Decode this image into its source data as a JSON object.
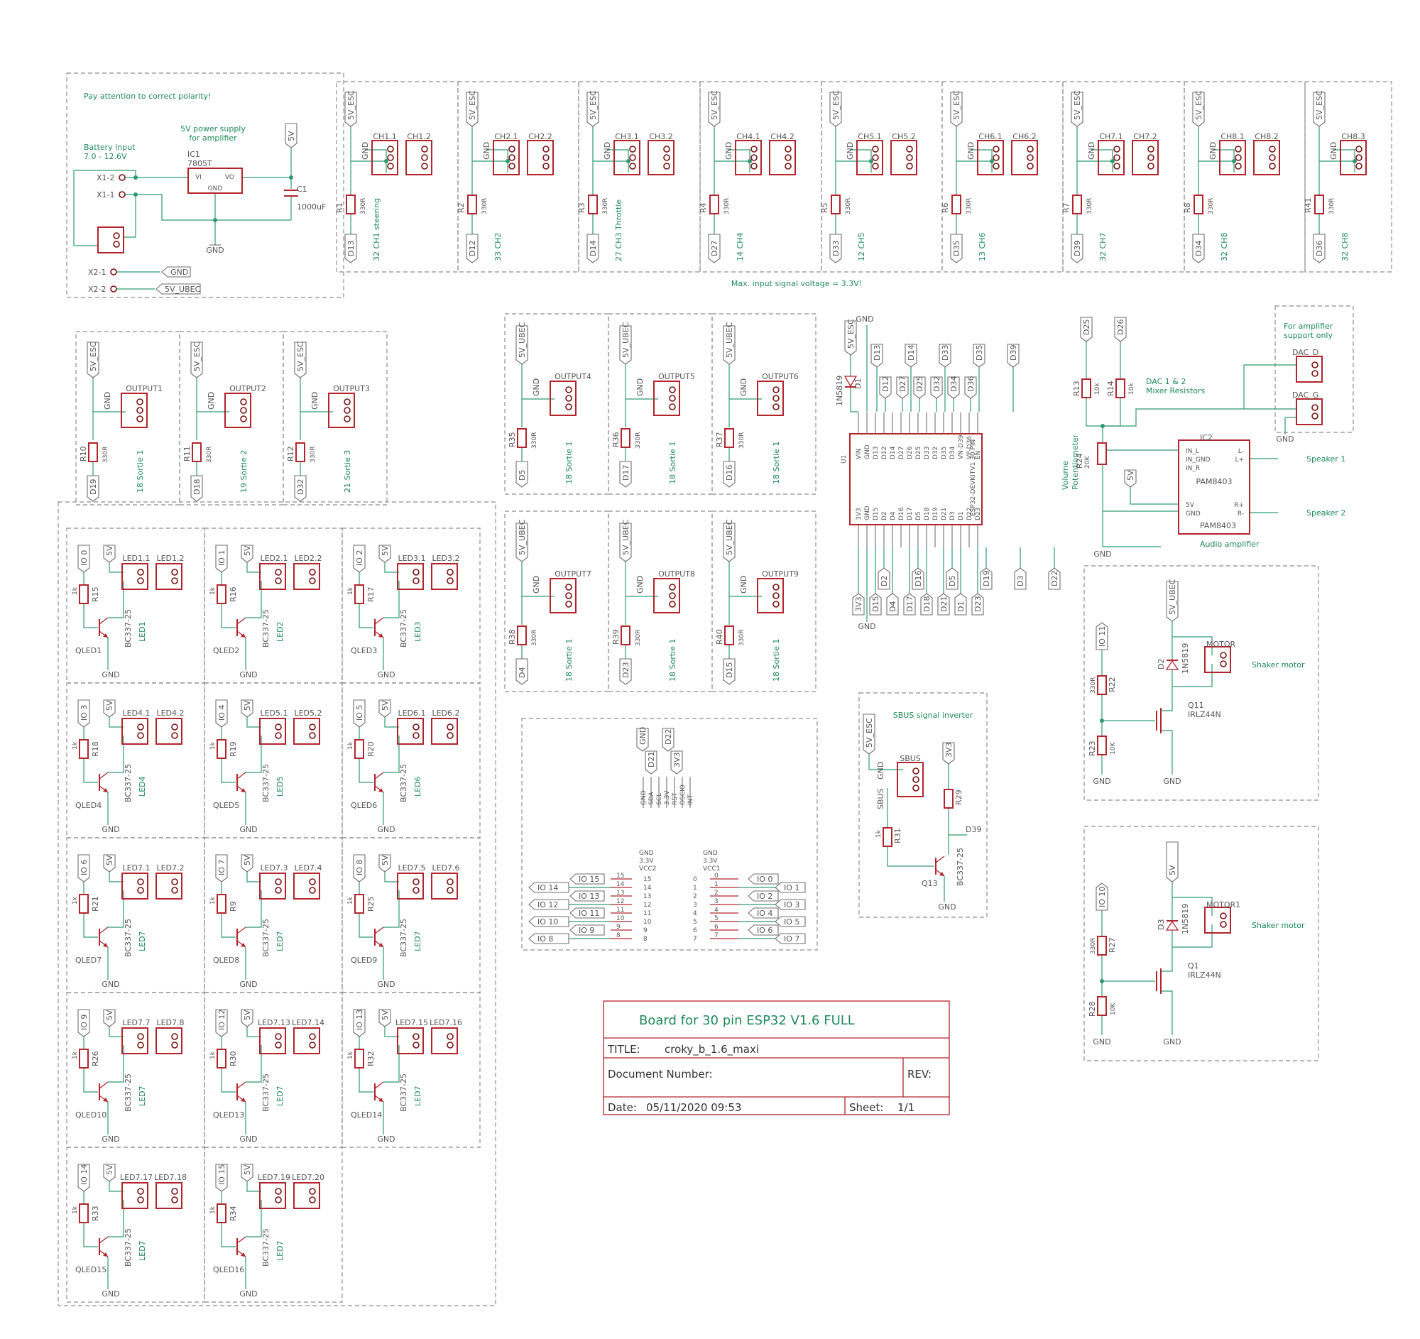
{
  "power": {
    "polarity_note": "Pay attention to correct polarity!",
    "psu_note_1": "5V power supply",
    "psu_note_2": "for amplifier",
    "battery_1": "Battery input",
    "battery_2": "7.0 - 12.6V",
    "regulator_name": "IC1",
    "regulator_value": "7805T",
    "regulator_vi": "VI",
    "regulator_vo": "VO",
    "regulator_gnd": "GND",
    "cap_name": "C1",
    "cap_value": "1000uF",
    "x1_2": "X1-2",
    "x1_1": "X1-1",
    "x2_1": "X2-1",
    "x2_2": "X2-2",
    "gnd": "GND",
    "flag_gnd": "GND",
    "flag_ubec": "5V_UBEC",
    "flag_5v": "5V"
  },
  "channels": [
    {
      "c1": "CH1.1",
      "c2": "CH1.2",
      "r": "R1",
      "pin": "D13",
      "label": "32 CH1 steering"
    },
    {
      "c1": "CH2.1",
      "c2": "CH2.2",
      "r": "R2",
      "pin": "D12",
      "label": "33 CH2"
    },
    {
      "c1": "CH3.1",
      "c2": "CH3.2",
      "r": "R3",
      "pin": "D14",
      "label": "27 CH3 Throttle"
    },
    {
      "c1": "CH4.1",
      "c2": "CH4.2",
      "r": "R4",
      "pin": "D27",
      "label": "14 CH4"
    },
    {
      "c1": "CH5.1",
      "c2": "CH5.2",
      "r": "R5",
      "pin": "D33",
      "label": "12 CH5"
    },
    {
      "c1": "CH6.1",
      "c2": "CH6.2",
      "r": "R6",
      "pin": "D35",
      "label": "13 CH6"
    },
    {
      "c1": "CH7.1",
      "c2": "CH7.2",
      "r": "R7",
      "pin": "D39",
      "label": "32 CH7"
    },
    {
      "c1": "CH8.1",
      "c2": "CH8.2",
      "r": "R8",
      "pin": "D34",
      "label": "32 CH8"
    },
    {
      "c1": "CH8.3",
      "c2": "",
      "r": "R41",
      "pin": "D36",
      "label": "32 CH8"
    }
  ],
  "ch_common": {
    "esc": "5V_ESC",
    "gnd": "GND",
    "res": "330R"
  },
  "max_voltage_note": "Max. input signal voltage = 3.3V!",
  "outputs_left": [
    {
      "name": "OUTPUT1",
      "r": "R10",
      "pin": "D19",
      "label": "18 Sortie 1"
    },
    {
      "name": "OUTPUT2",
      "r": "R11",
      "pin": "D18",
      "label": "19 Sortie 2"
    },
    {
      "name": "OUTPUT3",
      "r": "R12",
      "pin": "D32",
      "label": "21 Sortie 3"
    }
  ],
  "outputs_mid": [
    {
      "name": "OUTPUT4",
      "r": "R35",
      "pin": "D5",
      "label": "18 Sortie 1"
    },
    {
      "name": "OUTPUT5",
      "r": "R36",
      "pin": "D17",
      "label": "18 Sortie 1"
    },
    {
      "name": "OUTPUT6",
      "r": "R37",
      "pin": "D16",
      "label": "18 Sortie 1"
    },
    {
      "name": "OUTPUT7",
      "r": "R38",
      "pin": "D4",
      "label": "18 Sortie 1"
    },
    {
      "name": "OUTPUT8",
      "r": "R39",
      "pin": "D23",
      "label": "18 Sortie 1"
    },
    {
      "name": "OUTPUT9",
      "r": "R40",
      "pin": "D15",
      "label": "18 Sortie 1"
    }
  ],
  "out_common": {
    "esc": "5V_ESC",
    "ubec": "5V_UBEC",
    "gnd": "GND",
    "res": "330R"
  },
  "leds": [
    {
      "io": "IO 0",
      "r": "R15",
      "q": "QLED1",
      "c1": "LED1.1",
      "c2": "LED1.2",
      "led": "LED1"
    },
    {
      "io": "IO 1",
      "r": "R16",
      "q": "QLED2",
      "c1": "LED2.1",
      "c2": "LED2.2",
      "led": "LED2"
    },
    {
      "io": "IO 2",
      "r": "R17",
      "q": "QLED3",
      "c1": "LED3.1",
      "c2": "LED3.2",
      "led": "LED3"
    },
    {
      "io": "IO 3",
      "r": "R18",
      "q": "QLED4",
      "c1": "LED4.1",
      "c2": "LED4.2",
      "led": "LED4"
    },
    {
      "io": "IO 4",
      "r": "R19",
      "q": "QLED5",
      "c1": "LED5.1",
      "c2": "LED5.2",
      "led": "LED5"
    },
    {
      "io": "IO 5",
      "r": "R20",
      "q": "QLED6",
      "c1": "LED6.1",
      "c2": "LED6.2",
      "led": "LED6"
    },
    {
      "io": "IO 6",
      "r": "R21",
      "q": "QLED7",
      "c1": "LED7.1",
      "c2": "LED7.2",
      "led": "LED7"
    },
    {
      "io": "IO 7",
      "r": "R9",
      "q": "QLED8",
      "c1": "LED7.3",
      "c2": "LED7.4",
      "led": "LED7"
    },
    {
      "io": "IO 8",
      "r": "R25",
      "q": "QLED9",
      "c1": "LED7.5",
      "c2": "LED7.6",
      "led": "LED7"
    },
    {
      "io": "IO 9",
      "r": "R26",
      "q": "QLED10",
      "c1": "LED7.7",
      "c2": "LED7.8",
      "led": "LED7"
    },
    {
      "io": "IO 12",
      "r": "R30",
      "q": "QLED13",
      "c1": "LED7.13",
      "c2": "LED7.14",
      "led": "LED7"
    },
    {
      "io": "IO 13",
      "r": "R32",
      "q": "QLED14",
      "c1": "LED7.15",
      "c2": "LED7.16",
      "led": "LED7"
    },
    {
      "io": "IO 14",
      "r": "R33",
      "q": "QLED15",
      "c1": "LED7.17",
      "c2": "LED7.18",
      "led": "LED7"
    },
    {
      "io": "IO 15",
      "r": "R34",
      "q": "QLED16",
      "c1": "LED7.19",
      "c2": "LED7.20",
      "led": "LED7"
    }
  ],
  "led_common": {
    "v5": "5V",
    "res": "1k",
    "transistor": "BC337-25",
    "gnd": "GND"
  },
  "esp32": {
    "name": "U1",
    "title": "ESP32-DEVKITV1 30 PIN",
    "top_flags": [
      "D13",
      "D14",
      "D33",
      "D35",
      "D39"
    ],
    "top_flags2": [
      "D12",
      "D27",
      "D25",
      "D32",
      "D34",
      "D36"
    ],
    "top_pins": [
      "VIN",
      "GND",
      "D13",
      "D12",
      "D14",
      "D27",
      "D26",
      "D25",
      "D33",
      "D32",
      "D35",
      "D34",
      "VN-D39",
      "VP-D36",
      "EN"
    ],
    "bot_pins": [
      "3V3",
      "GND",
      "D15",
      "D2",
      "D4",
      "D16",
      "D17",
      "D5",
      "D18",
      "D19",
      "D21",
      "D3",
      "D1",
      "D22",
      "D23"
    ],
    "bot_flags": [
      "D2",
      "D16",
      "D5",
      "D19",
      "D3",
      "D22"
    ],
    "bot_flags2": [
      "3V3",
      "D15",
      "D4",
      "D17",
      "D18",
      "D21",
      "D1",
      "D23"
    ],
    "diode": "D1",
    "diode_value": "1N5819",
    "esc": "5V_ESC",
    "gnd": "GND",
    "d26_label": "D26"
  },
  "expander": {
    "top_flags": [
      "GND",
      "D21",
      "D22",
      "3V3"
    ],
    "top_pins": [
      "GND",
      "SDA",
      "SCL",
      "3.3V",
      "RST",
      "OSCIO",
      "INT"
    ],
    "left_labels": [
      "IO 14",
      "IO 12",
      "IO 10",
      "IO 8"
    ],
    "left_labels2": [
      "IO 15",
      "IO 13",
      "IO 11",
      "IO 9"
    ],
    "pin_col_a": [
      "15",
      "14",
      "13",
      "12",
      "11",
      "10",
      "9",
      "8"
    ],
    "pin_col_b": [
      "0",
      "1",
      "2",
      "3",
      "4",
      "5",
      "6",
      "7"
    ],
    "right_labels": [
      "IO 0",
      "IO 2",
      "IO 4",
      "IO 6"
    ],
    "right_labels2": [
      "IO 1",
      "IO 3",
      "IO 5",
      "IO 7"
    ],
    "head_a": [
      "GND",
      "3.3V",
      "VCC2"
    ],
    "head_b": [
      "GND",
      "3.3V",
      "VCC1"
    ]
  },
  "sbus": {
    "title": "SBUS signal inverter",
    "esc": "5V_ESC",
    "conn": "SBUS",
    "gnd": "GND",
    "v33": "3V3",
    "r29": "R29",
    "r31": "R31",
    "res": "1k",
    "q": "Q13",
    "transistor": "BC337-25",
    "d39": "D39",
    "sbus_label": "SBUS"
  },
  "audio": {
    "d25": "D25",
    "d26": "D26",
    "r13": "R13",
    "r14": "R14",
    "res": "10k",
    "mixer_1": "DAC 1 & 2",
    "mixer_2": "Mixer Resistors",
    "amp_note_1": "For amplifier",
    "amp_note_2": "support only",
    "dac_d": "DAC_D",
    "dac_g": "DAC_G",
    "gnd": "GND",
    "r24": "R24",
    "r24_value": "20K",
    "pot_1": "Volume",
    "pot_2": "Potentiometer",
    "ic2": "IC2",
    "in_l": "IN_L",
    "in_gnd": "IN_GND",
    "in_r": "IN_R",
    "lm": "L-",
    "lp": "L+",
    "rp": "R+",
    "rm": "R-",
    "v5": "5V",
    "gnd_pin": "GND",
    "chip": "PAM8403",
    "chip2": "PAM8403",
    "spk1": "Speaker 1",
    "spk2": "Speaker 2",
    "amp_title": "Audio amplifier"
  },
  "motors": [
    {
      "io": "IO 11",
      "ubec": "5V_UBEC",
      "d": "D2",
      "dval": "1N5819",
      "m": "MOTOR",
      "r1": "R22",
      "r1v": "330R",
      "r2": "R23",
      "r2v": "10K",
      "q": "Q11",
      "qv": "IRLZ44N",
      "label": "Shaker motor",
      "gnd": "GND"
    },
    {
      "io": "IO 10",
      "ubec": "5V",
      "d": "D3",
      "dval": "1N5819",
      "m": "MOTOR1",
      "r1": "R27",
      "r1v": "330R",
      "r2": "R28",
      "r2v": "10K",
      "q": "Q1",
      "qv": "IRLZ44N",
      "label": "Shaker motor",
      "gnd": "GND"
    }
  ],
  "titleblock": {
    "heading": "Board for 30 pin ESP32 V1.6 FULL",
    "title_label": "TITLE:",
    "title_value": "croky_b_1.6_maxi",
    "docnum_label": "Document Number:",
    "rev_label": "REV:",
    "date_label": "Date:",
    "date_value": "05/11/2020 09:53",
    "sheet_label": "Sheet:",
    "sheet_value": "1/1"
  },
  "colors": {
    "part": "#b3242c",
    "wire": "#2e9a6f",
    "frame": "#8c8c8c",
    "text_green": "#1d8a5a",
    "text_grey": "#555555"
  }
}
